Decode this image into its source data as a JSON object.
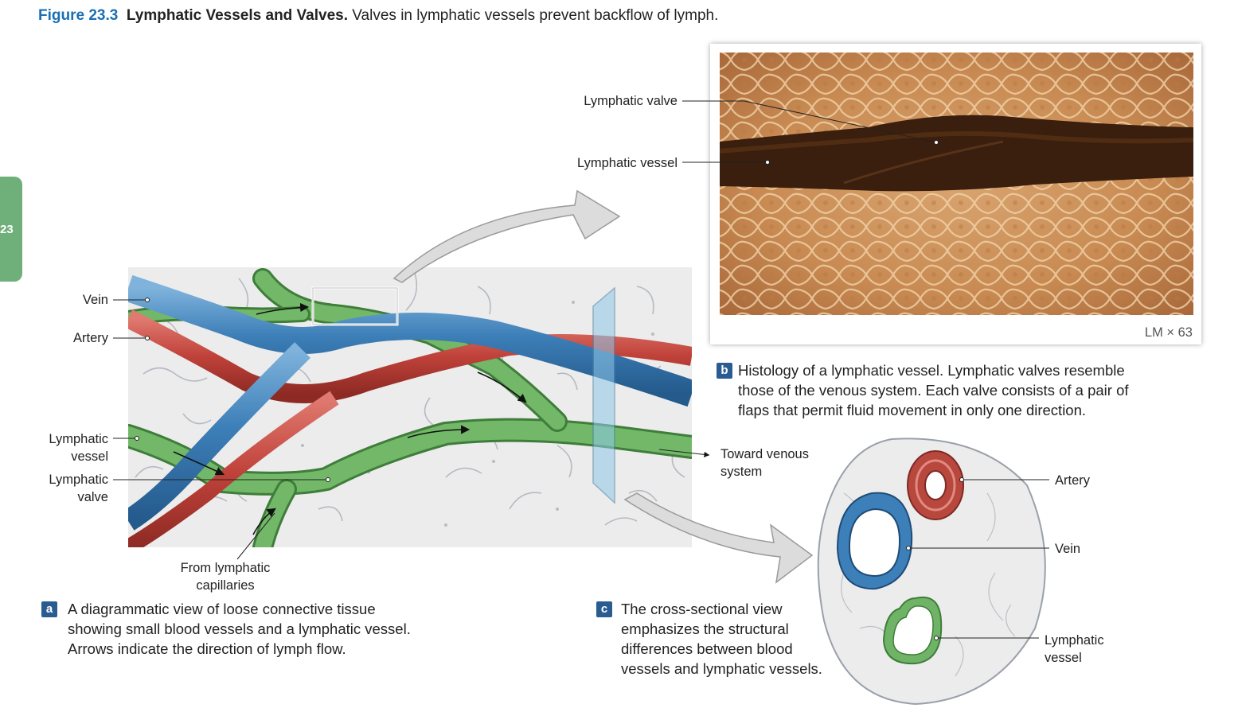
{
  "figure": {
    "number": "Figure 23.3",
    "title": "Lymphatic Vessels and Valves.",
    "description": "Valves in lymphatic vessels prevent backflow of lymph."
  },
  "chapter_tab": "23",
  "panel_a": {
    "badge": "a",
    "caption": [
      "A diagrammatic view of loose connective tissue",
      "showing small blood vessels and a lymphatic vessel.",
      "Arrows indicate the direction of lymph flow."
    ],
    "labels": {
      "vein": "Vein",
      "artery": "Artery",
      "lymphatic_vessel": [
        "Lymphatic",
        "vessel"
      ],
      "lymphatic_valve": [
        "Lymphatic",
        "valve"
      ],
      "from_capillaries": [
        "From lymphatic",
        "capillaries"
      ],
      "toward_venous": [
        "Toward venous",
        "system"
      ]
    }
  },
  "panel_b": {
    "badge": "b",
    "caption": [
      "Histology of a lymphatic vessel. Lymphatic valves resemble",
      "those of the venous system. Each valve consists of a pair of",
      "flaps that permit fluid movement in only one direction."
    ],
    "magnification": "LM × 63",
    "labels": {
      "lymphatic_valve": "Lymphatic valve",
      "lymphatic_vessel": "Lymphatic vessel"
    }
  },
  "panel_c": {
    "badge": "c",
    "caption": [
      "The cross-sectional view",
      "emphasizes the structural",
      "differences between blood",
      "vessels and lymphatic vessels."
    ],
    "labels": {
      "artery": "Artery",
      "vein": "Vein",
      "lymphatic_vessel": [
        "Lymphatic",
        "vessel"
      ]
    }
  },
  "colors": {
    "vein": "#3d7fb8",
    "artery": "#c0423a",
    "lymphatic": "#6fb466",
    "title_accent": "#1a6fb5",
    "badge": "#2a5c92",
    "chapter_tab": "#6fb07a"
  }
}
